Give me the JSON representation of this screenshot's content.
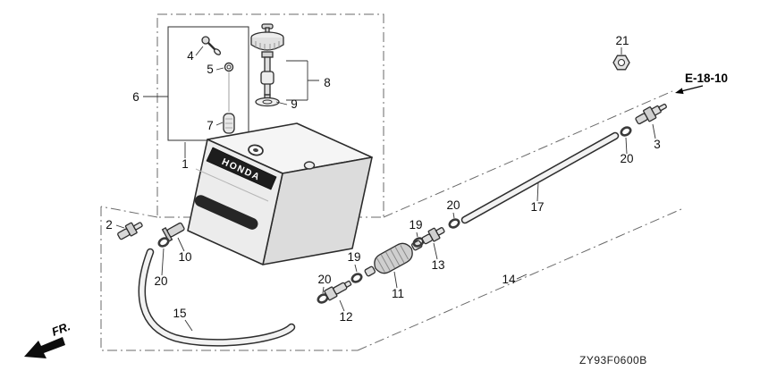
{
  "refs": {
    "page_ref": "E-18-10",
    "drawing_code": "ZY93F0600B",
    "front_label": "FR."
  },
  "tank": {
    "brand": "HONDA"
  },
  "part_labels": {
    "p1": "1",
    "p2": "2",
    "p3": "3",
    "p4": "4",
    "p5": "5",
    "p6": "6",
    "p7": "7",
    "p8": "8",
    "p9": "9",
    "p10": "10",
    "p11": "11",
    "p12": "12",
    "p13": "13",
    "p14": "14",
    "p15": "15",
    "p17": "17",
    "p19": "19",
    "p20": "20",
    "p21": "21"
  },
  "colors": {
    "outline": "#2e2e2e",
    "construction_line": "#6a6a6a",
    "callout_text": "#101010",
    "tank_band": "#1d1d1d",
    "brand_text": "#ffffff"
  }
}
